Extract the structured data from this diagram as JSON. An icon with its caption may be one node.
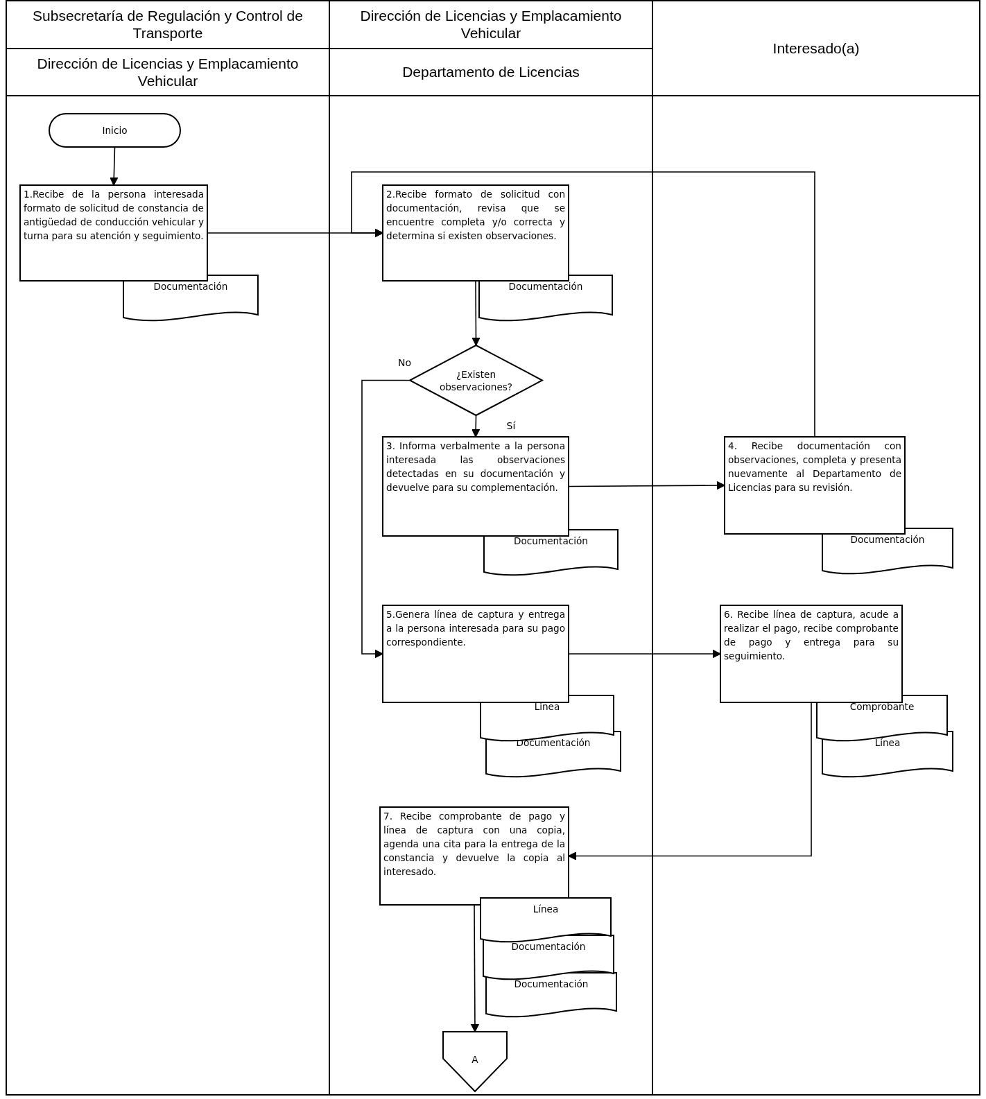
{
  "diagram": {
    "nodes": [
      {
        "text": [
          "Subsecretaría de Regulación y Control de Transporte",
          "Dirección de Licencias y Emplacamiento Vehicular"
        ]
      },
      {
        "text": [
          "Dirección de Licencias y Emplacamiento Vehicular",
          "Departamento de Licencias"
        ]
      },
      {
        "text": [
          "Interesado(a)"
        ]
      },
      {
        "text": [
          "Inicio"
        ],
        "in": 0
      },
      {
        "text": [
          "1.Recibe de la persona interesada formato de solicitud de constancia de antigüedad de conducción vehicular y turna para su atención y seguimiento."
        ],
        "in": 0
      },
      {
        "text": [
          "Documentación"
        ],
        "in": 0
      },
      {
        "text": [
          "2.Recibe formato de solicitud con documentación, revisa que se encuentre completa y/o correcta y determina si existen observaciones."
        ],
        "in": 1
      },
      {
        "text": [
          "Documentación"
        ],
        "in": 1
      },
      {
        "text": [
          "¿Existen observaciones?"
        ],
        "in": 1
      },
      {
        "text": [
          "3. Informa verbalmente a la persona interesada las observaciones detectadas en su documentación y devuelve para su complementación."
        ],
        "in": 1
      },
      {
        "text": [
          "Documentación"
        ],
        "in": 1
      },
      {
        "text": [
          "4. Recibe documentación con observaciones, completa y presenta nuevamente al Departamento de Licencias para su revisión."
        ],
        "in": 2
      },
      {
        "text": [
          "Documentación"
        ],
        "in": 2
      },
      {
        "text": [
          "5.Genera línea de captura y entrega a la persona interesada para su pago correspondiente."
        ],
        "in": 1
      },
      {
        "text": [
          "Línea"
        ],
        "in": 1
      },
      {
        "text": [
          "Documentación"
        ],
        "in": 1
      },
      {
        "text": [
          "6. Recibe línea de captura, acude a realizar el pago, recibe comprobante de pago y entrega para su seguimiento."
        ],
        "in": 2
      },
      {
        "text": [
          "Comprobante"
        ],
        "in": 2
      },
      {
        "text": [
          "Línea"
        ],
        "in": 2
      },
      {
        "text": [
          "7. Recibe comprobante de pago y línea de captura con una copia, agenda una cita para la entrega de la constancia y devuelve la copia al interesado."
        ],
        "in": 1
      },
      {
        "text": [
          "Línea"
        ],
        "in": 1
      },
      {
        "text": [
          "Documentación"
        ],
        "in": 1
      },
      {
        "text": [
          "Documentación"
        ],
        "in": 1
      },
      {
        "text": [
          "A"
        ],
        "in": 1
      }
    ],
    "edges": [
      {
        "from": 3,
        "to": 4,
        "arrow": "to"
      },
      {
        "from": 4,
        "to": 6,
        "arrow": "to"
      },
      {
        "from": 6,
        "to": 8,
        "arrow": "to"
      },
      {
        "from": 8,
        "to": 13,
        "label": "No",
        "arrow": "to"
      },
      {
        "from": 8,
        "to": 9,
        "label": "Sí",
        "arrow": "to"
      },
      {
        "from": 9,
        "to": 11,
        "arrow": "to"
      },
      {
        "from": 11,
        "to": 6,
        "arrow": "to"
      },
      {
        "from": 13,
        "to": 16,
        "arrow": "to"
      },
      {
        "from": 16,
        "to": 19,
        "arrow": "to"
      },
      {
        "from": 19,
        "to": 23,
        "arrow": "to"
      }
    ]
  }
}
